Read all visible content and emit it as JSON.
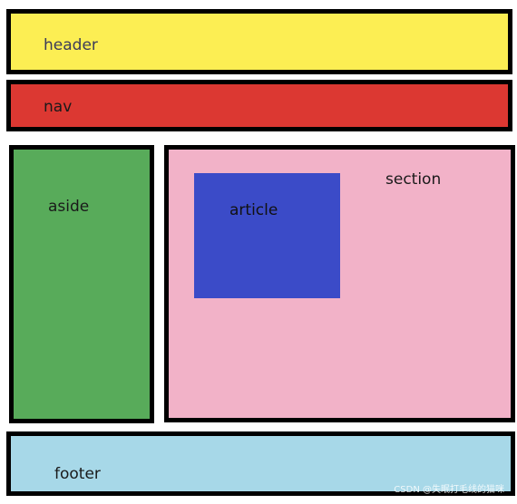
{
  "colors": {
    "border": "#000000",
    "header": "#fcee53",
    "nav": "#dc3832",
    "aside": "#58ab5a",
    "section": "#f2b2c8",
    "article": "#3b4bc8",
    "footer": "#a7d8e8"
  },
  "header": {
    "label": "header"
  },
  "nav": {
    "label": "nav"
  },
  "aside": {
    "label": "aside"
  },
  "section": {
    "label": "section"
  },
  "article": {
    "label": "article"
  },
  "footer": {
    "label": "footer"
  },
  "watermark": {
    "text": "CSDN @失眠打毛线的猫咪"
  }
}
